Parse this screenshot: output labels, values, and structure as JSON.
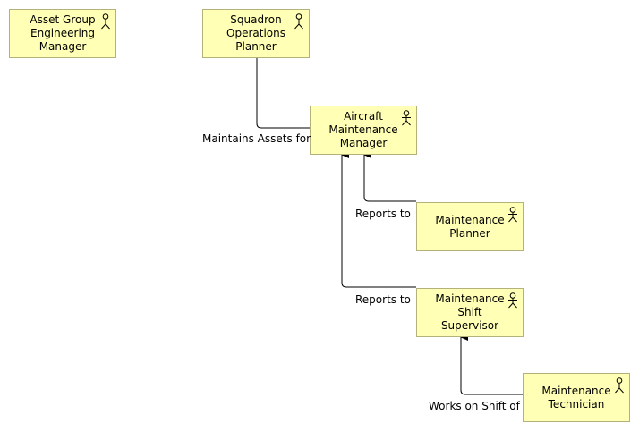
{
  "diagram": {
    "colors": {
      "node_fill": "#ffffb5",
      "node_border": "#b2b27a",
      "line": "#000000"
    },
    "nodes": [
      {
        "id": "asset_group_engineering_manager",
        "label": "Asset Group\nEngineering\nManager",
        "icon": "actor-icon"
      },
      {
        "id": "squadron_operations_planner",
        "label": "Squadron\nOperations\nPlanner",
        "icon": "actor-icon"
      },
      {
        "id": "aircraft_maintenance_manager",
        "label": "Aircraft\nMaintenance\nManager",
        "icon": "actor-icon"
      },
      {
        "id": "maintenance_planner",
        "label": "Maintenance\nPlanner",
        "icon": "actor-icon"
      },
      {
        "id": "maintenance_shift_supervisor",
        "label": "Maintenance\nShift\nSupervisor",
        "icon": "actor-icon"
      },
      {
        "id": "maintenance_technician",
        "label": "Maintenance\nTechnician",
        "icon": "actor-icon"
      }
    ],
    "edges": [
      {
        "id": "maintains_assets_for",
        "from": "aircraft_maintenance_manager",
        "to": "squadron_operations_planner",
        "label": "Maintains Assets for"
      },
      {
        "id": "planner_reports_to",
        "from": "maintenance_planner",
        "to": "aircraft_maintenance_manager",
        "label": "Reports to"
      },
      {
        "id": "supervisor_reports_to",
        "from": "maintenance_shift_supervisor",
        "to": "aircraft_maintenance_manager",
        "label": "Reports to"
      },
      {
        "id": "works_on_shift_of",
        "from": "maintenance_technician",
        "to": "maintenance_shift_supervisor",
        "label": "Works on Shift of"
      }
    ]
  }
}
